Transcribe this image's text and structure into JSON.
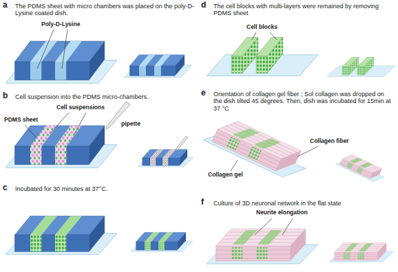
{
  "diagram": {
    "labels": [
      "a",
      "The PDMS sheet with micro chambers was placed on the poly-D-Lysine coated dish.",
      "Poly-D-Lysine",
      "b",
      "Cell suspension into the PDMS micro-chambers.",
      "PDMS sheet",
      "Cell suspensions",
      "pipette",
      "c",
      "Incubated for 30 minutes at 37°C.",
      "d",
      "The cell blocks with multi-layers were remained by removing PDMS sheet",
      "Cell blocks",
      "e",
      "Orientation of collagen gel fiber ; Sol collagen was dropped on the dish tilted 45 degrees. Then, dish was incubated for 15min at 37 °C",
      "Collagen fiber",
      "Collagen gel",
      "f",
      "Culture of 3D neuronal network in the flat state",
      "Neurite elongation"
    ]
  }
}
